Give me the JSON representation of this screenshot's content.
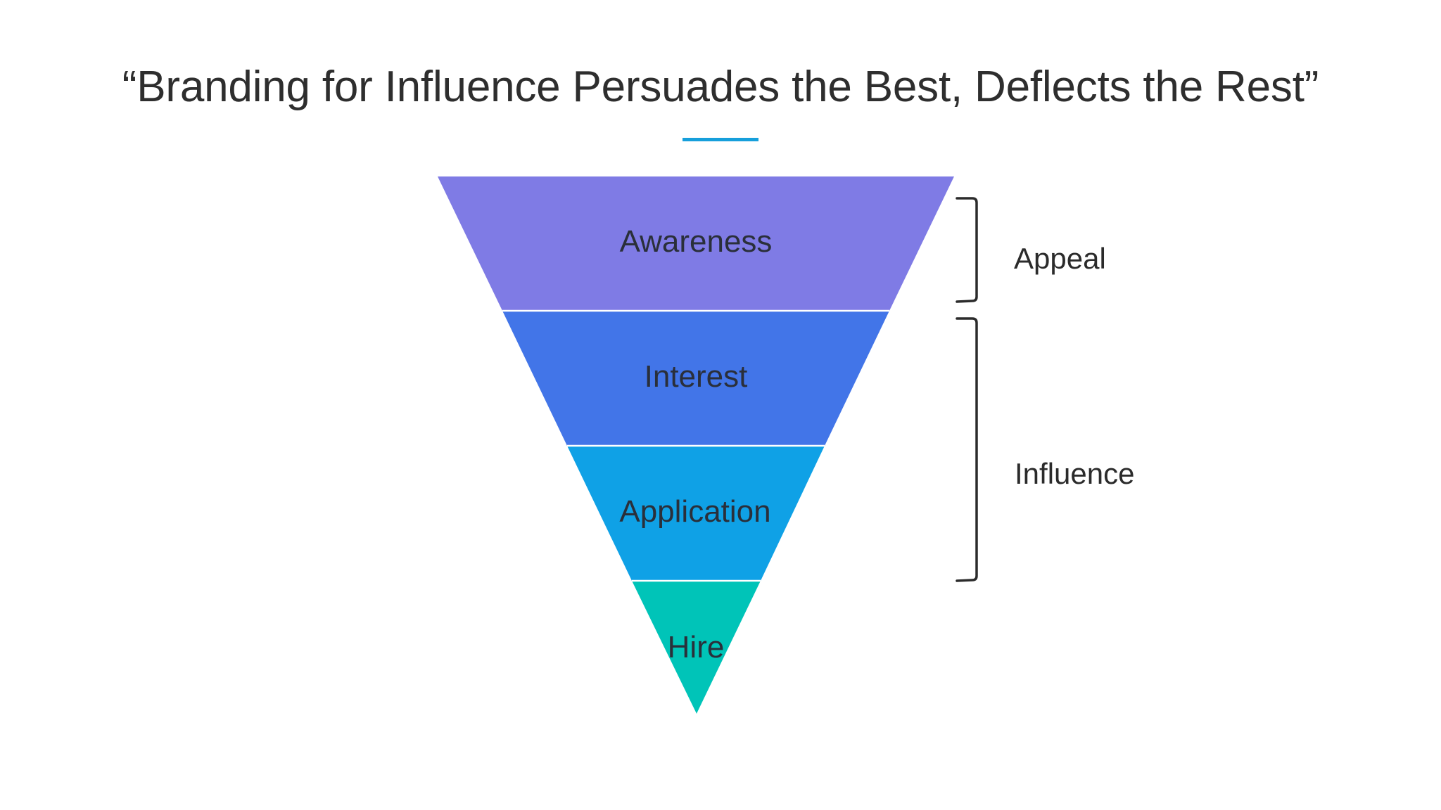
{
  "slide": {
    "title": "“Branding for Influence Persuades the Best, Deflects the Rest”",
    "accent_color": "#169FDB"
  },
  "funnel": {
    "stages": [
      {
        "label": "Awareness",
        "color": "#7F7BE5"
      },
      {
        "label": "Interest",
        "color": "#4275E8"
      },
      {
        "label": "Application",
        "color": "#0FA1E6"
      },
      {
        "label": "Hire",
        "color": "#00C4B8"
      }
    ],
    "groups": [
      {
        "label": "Appeal",
        "covers": [
          "Awareness"
        ]
      },
      {
        "label": "Influence",
        "covers": [
          "Interest",
          "Application"
        ]
      }
    ]
  }
}
